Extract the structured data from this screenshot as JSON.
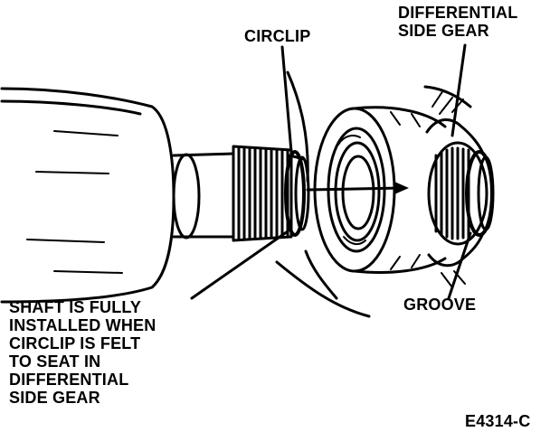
{
  "labels": {
    "circlip": "CIRCLIP",
    "differential_side_gear": [
      "DIFFERENTIAL",
      "SIDE GEAR"
    ],
    "groove": "GROOVE",
    "note": [
      "SHAFT IS FULLY",
      "INSTALLED WHEN",
      "CIRCLIP IS FELT",
      "TO SEAT IN",
      "DIFFERENTIAL",
      "SIDE GEAR"
    ],
    "figure_id": "E4314-C"
  },
  "colors": {
    "ink": "#000000",
    "paper": "#ffffff"
  }
}
